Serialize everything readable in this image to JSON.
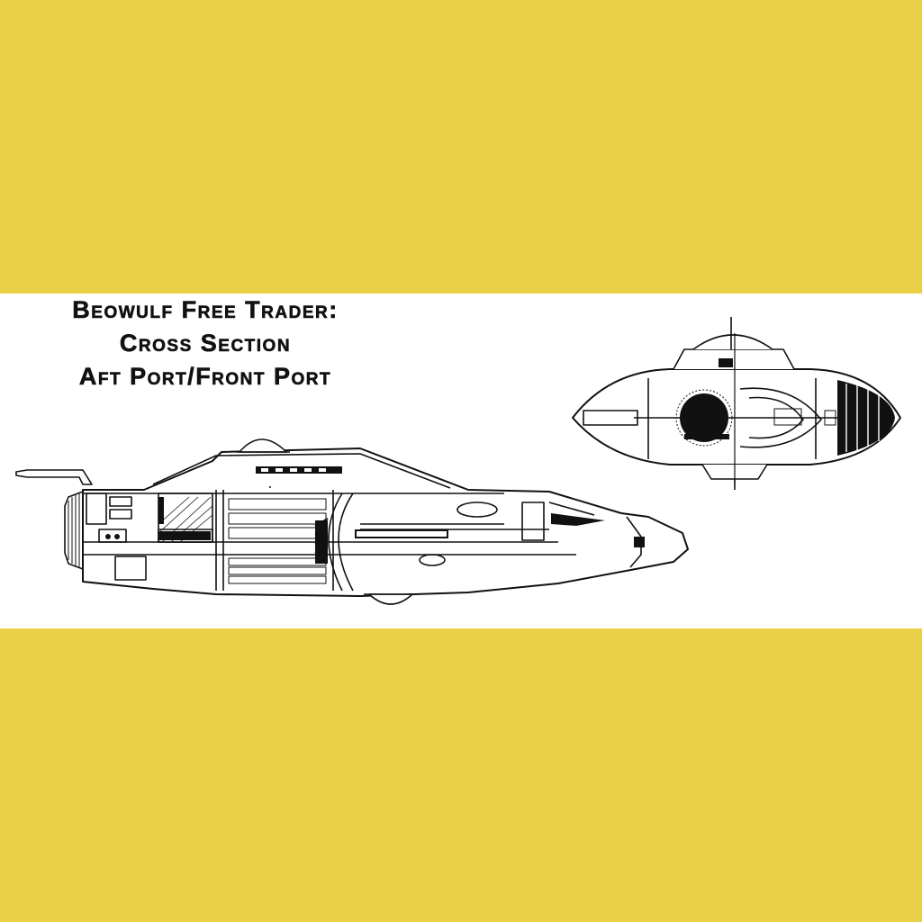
{
  "colors": {
    "background": "#ead046",
    "panel": "#ffffff",
    "ink": "#111111"
  },
  "title": {
    "line1": "Beowulf Free Trader:",
    "line2": "Cross Section",
    "line3": "Aft Port/Front Port"
  },
  "drawings": {
    "side_view": "ship-side-cross-section",
    "front_view": "ship-front-cross-section"
  }
}
